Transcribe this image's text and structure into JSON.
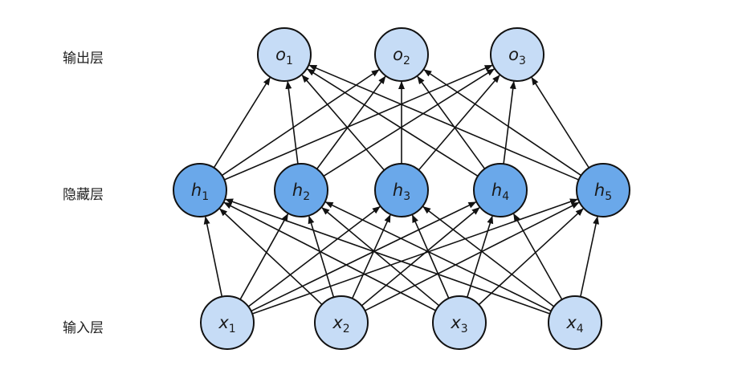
{
  "layers": {
    "output": {
      "label": "输出层",
      "nodes": [
        {
          "base": "o",
          "sub": "1"
        },
        {
          "base": "o",
          "sub": "2"
        },
        {
          "base": "o",
          "sub": "3"
        }
      ]
    },
    "hidden": {
      "label": "隐藏层",
      "nodes": [
        {
          "base": "h",
          "sub": "1"
        },
        {
          "base": "h",
          "sub": "2"
        },
        {
          "base": "h",
          "sub": "3"
        },
        {
          "base": "h",
          "sub": "4"
        },
        {
          "base": "h",
          "sub": "5"
        }
      ]
    },
    "input": {
      "label": "输入层",
      "nodes": [
        {
          "base": "x",
          "sub": "1"
        },
        {
          "base": "x",
          "sub": "2"
        },
        {
          "base": "x",
          "sub": "3"
        },
        {
          "base": "x",
          "sub": "4"
        }
      ]
    }
  },
  "colors": {
    "light_fill": "#c6dcf6",
    "dark_fill": "#6aa8ea",
    "stroke": "#111111",
    "edge": "#111111"
  }
}
